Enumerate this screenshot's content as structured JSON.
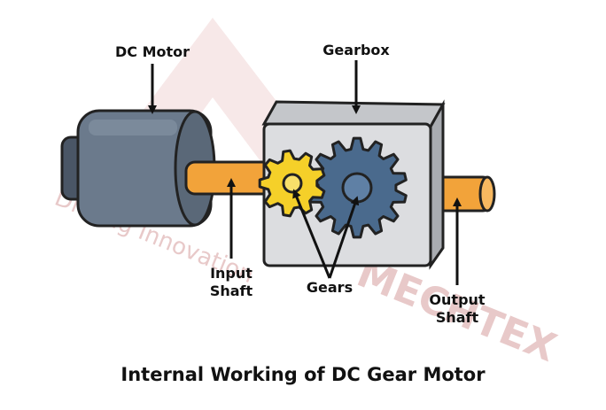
{
  "labels": {
    "dc_motor": "DC Motor",
    "gearbox": "Gearbox",
    "input_shaft_line1": "Input",
    "input_shaft_line2": "Shaft",
    "gears": "Gears",
    "output_shaft_line1": "Output",
    "output_shaft_line2": "Shaft"
  },
  "title": "Internal Working of DC Gear Motor",
  "watermark": {
    "brand": "MECHTEX",
    "tagline": "Driving Innovation"
  },
  "colors": {
    "motor_body": "#6b7a8c",
    "motor_dark": "#4a5666",
    "shaft": "#f2a33a",
    "gearbox_face": "#dcdde0",
    "small_gear": "#f5d029",
    "large_gear": "#4a6a8d",
    "outline": "#222222",
    "watermark": "#e8c9c9"
  }
}
